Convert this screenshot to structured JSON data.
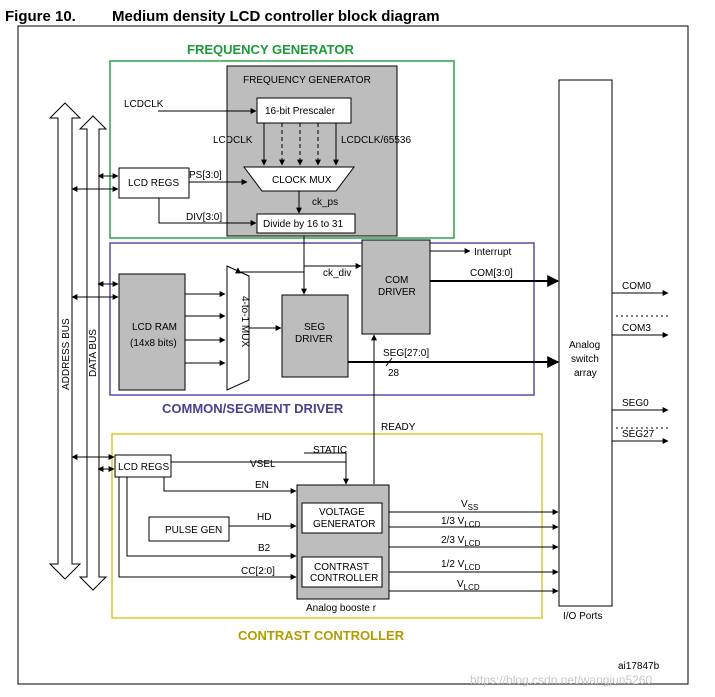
{
  "figure": {
    "number": "Figure 10.",
    "caption": "Medium density LCD controller block diagram",
    "id": "ai17847b"
  },
  "sections": {
    "frequency_generator": "FREQUENCY GENERATOR",
    "common_segment_driver": "COMMON/SEGMENT DRIVER",
    "contrast_controller": "CONTRAST CONTROLLER"
  },
  "buses": {
    "address": "ADDRESS BUS",
    "data": "DATA BUS"
  },
  "freq": {
    "title": "FREQUENCY GENERATOR",
    "lcdclk_in": "LCDCLK",
    "prescaler": "16-bit Prescaler",
    "lcdclk_left": "LCDCLK",
    "lcdclk_right": "LCDCLK/65536",
    "clock_mux": "CLOCK MUX",
    "ck_ps": "ck_ps",
    "divide": "Divide by 16 to 31",
    "lcd_regs": "LCD REGS",
    "ps": "PS[3:0]",
    "div": "DIV[3:0]"
  },
  "driver": {
    "lcd_ram_line1": "LCD RAM",
    "lcd_ram_line2": "(14x8 bits)",
    "mux": "4-to-1 MUX",
    "ck_div": "ck_div",
    "com_line1": "COM",
    "com_line2": "DRIVER",
    "seg_line1": "SEG",
    "seg_line2": "DRIVER",
    "interrupt": "Interrupt",
    "com_bus": "COM[3:0]",
    "seg_bus": "SEG[27:0]",
    "seg_width": "28",
    "ready": "READY"
  },
  "contrast": {
    "lcd_regs": "LCD REGS",
    "vsel": "VSEL",
    "static": "STATIC",
    "en": "EN",
    "hd": "HD",
    "pulse_gen": "PULSE GEN",
    "b2": "B2",
    "cc": "CC[2:0]",
    "vgen_line1": "VOLTAGE",
    "vgen_line2": "GENERATOR",
    "cc_line1": "CONTRAST",
    "cc_line2": "CONTROLLER",
    "booster": "Analog  booste r",
    "v_out": [
      {
        "main": "V",
        "sub": "SS",
        "pre": ""
      },
      {
        "main": "1/3 V",
        "sub": "LCD",
        "pre": ""
      },
      {
        "main": "2/3 V",
        "sub": "LCD",
        "pre": ""
      },
      {
        "main": "1/2 V",
        "sub": "LCD",
        "pre": ""
      },
      {
        "main": "V",
        "sub": "LCD",
        "pre": ""
      }
    ]
  },
  "analog_switch": {
    "line1": "Analog",
    "line2": "switch",
    "line3": "array",
    "io_ports": "I/O Ports"
  },
  "outputs": {
    "com0": "COM0",
    "com3": "COM3",
    "seg0": "SEG0",
    "seg27": "SEG27"
  },
  "watermark": "https://blog.csdn.net/wangjun5260",
  "colors": {
    "green": "#1a9a3a",
    "purple": "#4a3f8f",
    "yellow": "#d8cc2a",
    "gray_block": "#bdbdbd"
  }
}
